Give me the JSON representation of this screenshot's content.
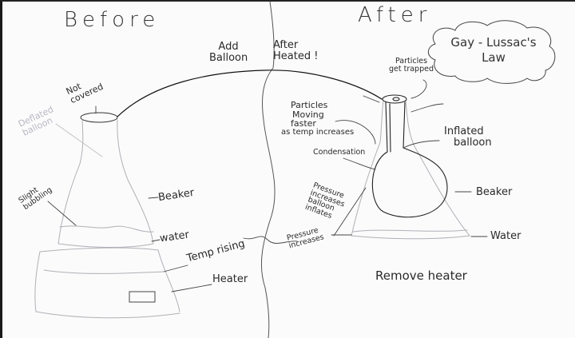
{
  "diagram": {
    "topic": "Gay-Lussac's Law",
    "sections": {
      "before": {
        "title": "Before"
      },
      "after": {
        "title": "After"
      }
    },
    "transition": {
      "left_label": [
        "Add",
        "Balloon"
      ],
      "right_label": [
        "After",
        "Heated !"
      ]
    },
    "cloud": {
      "lines": [
        "Gay - Lussac's",
        "Law"
      ]
    },
    "before_labels": {
      "not_covered": [
        "Not",
        "covered"
      ],
      "deflated_balloon": [
        "Deflated",
        "balloon"
      ],
      "slight_bubbling": [
        "Slight",
        "bubbling"
      ],
      "beaker": "Beaker",
      "water": "water",
      "temp_rising": "Temp rising",
      "heater": "Heater"
    },
    "after_labels": {
      "particles_trapped": [
        "Particles",
        "get trapped"
      ],
      "particles_moving": [
        "Particles",
        "Moving",
        "faster",
        "as temp increases"
      ],
      "condensation": "Condensation",
      "inflated_balloon": [
        "Inflated",
        "balloon"
      ],
      "beaker": "Beaker",
      "water": "Water",
      "pressure_balloon": [
        "Pressure",
        "increases",
        "balloon",
        "inflates"
      ],
      "pressure_increases": [
        "Pressure",
        "increases"
      ],
      "remove_heater": "Remove heater"
    }
  }
}
